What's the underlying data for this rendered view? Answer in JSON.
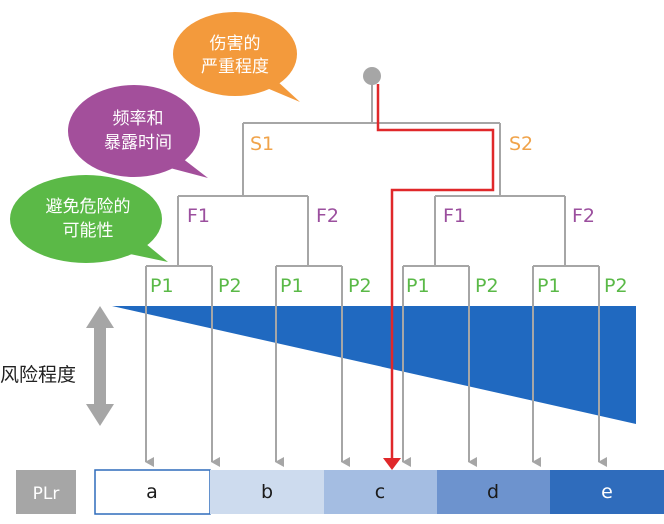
{
  "bubbles": {
    "severity": {
      "line1": "伤害的",
      "line2": "严重程度",
      "color": "#f39a3c"
    },
    "frequency": {
      "line1": "频率和",
      "line2": "暴露时间",
      "color": "#a34f9b"
    },
    "avoidance": {
      "line1": "避免危险的",
      "line2": "可能性",
      "color": "#5bb947"
    }
  },
  "labels": {
    "s1": "S1",
    "s2": "S2",
    "f1": "F1",
    "f2": "F2",
    "p1": "P1",
    "p2": "P2"
  },
  "risk_label": "风险程度",
  "plr": {
    "label": "PLr",
    "cells": [
      {
        "letter": "a",
        "color": "#ffffff"
      },
      {
        "letter": "b",
        "color": "#cddbee"
      },
      {
        "letter": "c",
        "color": "#a4bde2"
      },
      {
        "letter": "d",
        "color": "#6d93ce"
      },
      {
        "letter": "e",
        "color": "#2f6cbc"
      }
    ]
  },
  "colors": {
    "tree_lines": "#a6a6a6",
    "highlight_path": "#e0282a",
    "risk_wedge": "#2069c0"
  }
}
